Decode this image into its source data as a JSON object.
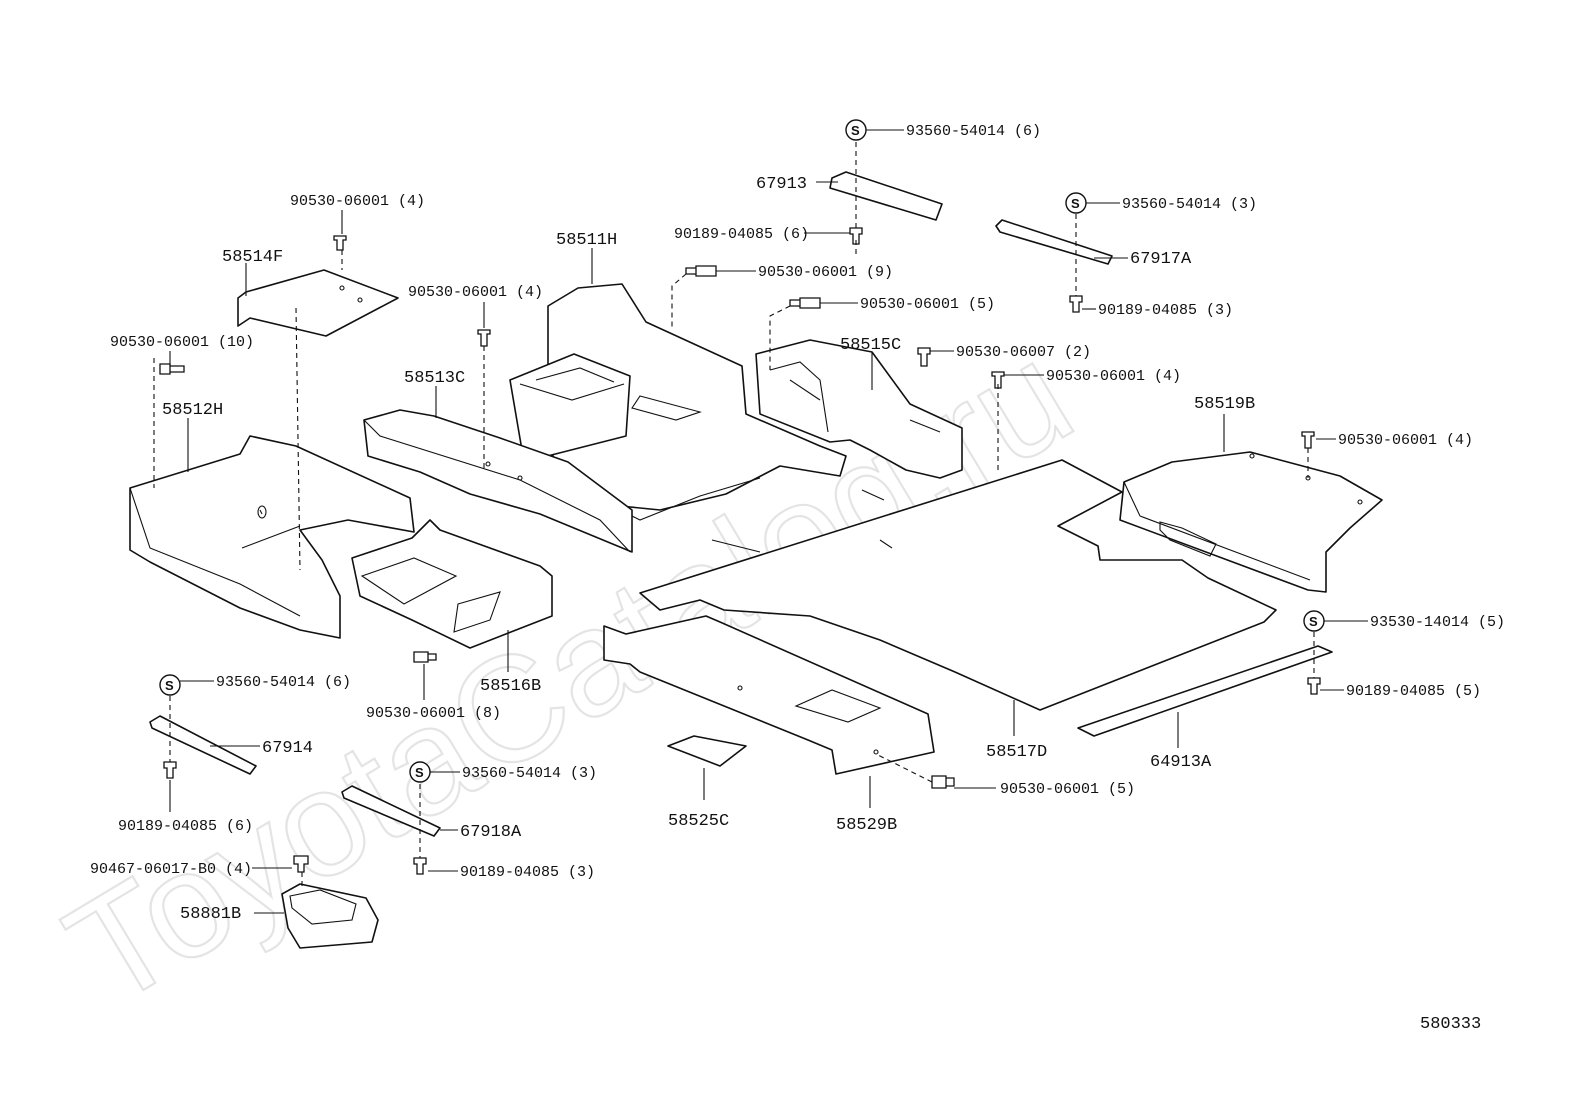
{
  "watermark": "ToyotaCatalog.ru",
  "diagram_code": "580333",
  "labels": {
    "p93560_54014_6_top": "93560-54014 (6)",
    "p67913": "67913",
    "p90189_04085_6_top": "90189-04085 (6)",
    "p90530_06001_9": "90530-06001 (9)",
    "p90530_06001_5_top": "90530-06001 (5)",
    "p93560_54014_3_top": "93560-54014 (3)",
    "p67917A": "67917A",
    "p90189_04085_3_top": "90189-04085 (3)",
    "p90530_06001_4_left": "90530-06001 (4)",
    "p58514F": "58514F",
    "p58511H": "58511H",
    "p90530_06001_4_mid": "90530-06001 (4)",
    "p90530_06001_10": "90530-06001 (10)",
    "p58513C": "58513C",
    "p58515C": "58515C",
    "p90530_06007_2": "90530-06007 (2)",
    "p90530_06001_4_right": "90530-06001 (4)",
    "p58512H": "58512H",
    "p58519B": "58519B",
    "p90530_06001_4_far": "90530-06001 (4)",
    "p93530_14014_5": "93530-14014 (5)",
    "p90189_04085_5": "90189-04085 (5)",
    "p58516B": "58516B",
    "p90530_06001_8": "90530-06001 (8)",
    "p93560_54014_6_bot": "93560-54014 (6)",
    "p67914": "67914",
    "p90189_04085_6_bot": "90189-04085 (6)",
    "p58517D": "58517D",
    "p64913A": "64913A",
    "p93560_54014_3_bot": "93560-54014 (3)",
    "p67918A": "67918A",
    "p90189_04085_3_bot": "90189-04085 (3)",
    "p58525C": "58525C",
    "p58529B": "58529B",
    "p90530_06001_5_bot": "90530-06001 (5)",
    "p90467_06017_B0": "90467-06017-B0 (4)",
    "p58881B": "58881B"
  },
  "symbol_letter": "S"
}
